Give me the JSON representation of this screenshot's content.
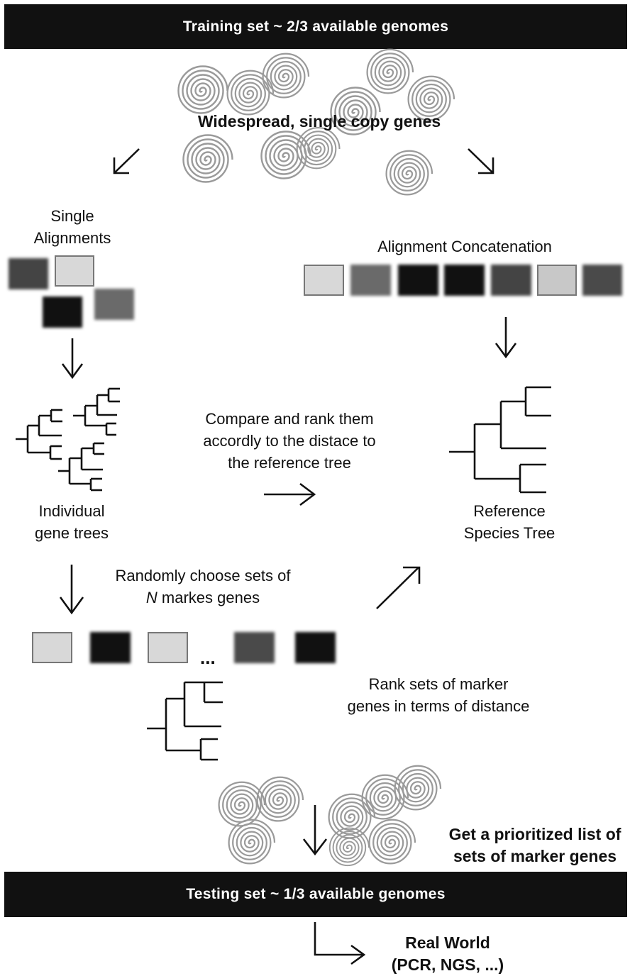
{
  "top_banner": "Training set ~ 2/3 available genomes",
  "bottom_banner": "Testing set ~ 1/3 available genomes",
  "widespread": "Widespread, single copy genes",
  "single_alignments": [
    "Single",
    "Alignments"
  ],
  "alignment_concat": "Alignment Concatenation",
  "individual_trees": [
    "Individual",
    "gene trees"
  ],
  "compare_text": [
    "Compare and rank them",
    "accordly to the distace to",
    "the reference tree"
  ],
  "reference_tree": [
    "Reference",
    "Species Tree"
  ],
  "random_sets": {
    "line1": "Randomly choose sets of",
    "line2_italic": "N",
    "line2_rest": " markes genes"
  },
  "ellipsis": "...",
  "rank_sets": [
    "Rank sets of marker",
    "genes in terms of distance"
  ],
  "prioritized": [
    "Get a prioritized list of",
    "sets of marker genes"
  ],
  "real_world": [
    "Real World",
    "(PCR, NGS, ...)"
  ],
  "colors": {
    "banner": "#111111",
    "spiral": "#9a9a9a",
    "light": "#d8d8d8",
    "mid": "#6a6a6a",
    "dark": "#111111",
    "dim": "#444444"
  }
}
